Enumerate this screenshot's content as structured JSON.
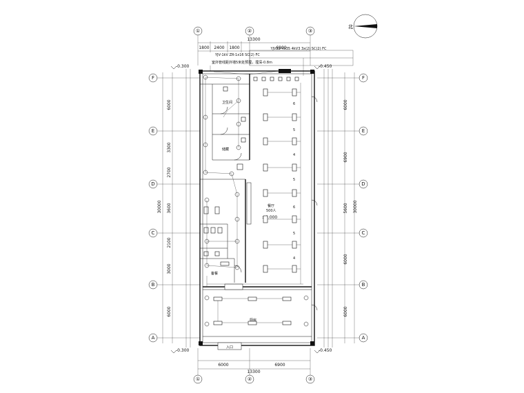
{
  "north_label": "北",
  "grid": {
    "columns": [
      "①",
      "②",
      "③"
    ],
    "rows": [
      "F",
      "E",
      "D",
      "C",
      "B",
      "A"
    ]
  },
  "dimensions": {
    "top": [
      "1800",
      "2400",
      "1800",
      "6900"
    ],
    "top_total": "13300",
    "bottom": [
      "6000",
      "6900"
    ],
    "bottom_total": "13300",
    "left": [
      "6000",
      "3300",
      "2700",
      "3600",
      "2100",
      "3000",
      "6000"
    ],
    "left_total": "30000",
    "right": [
      "6000",
      "6900",
      "5600",
      "6000",
      "6000"
    ],
    "right_total": "30000"
  },
  "levels": {
    "top_left": "-0.300",
    "top_right": "-0.450",
    "bottom_left": "-0.300",
    "bottom_right": "-0.450",
    "center": "±0.000"
  },
  "notes": {
    "line1": "YJV22-4x35 4kV3 3x(2) SC(2) FC",
    "line2": "YJV-1kV  ZR-1x16 SC(2) FC",
    "line3": "室外管线距外墙5米处预埋，埋深-0.8m"
  },
  "rooms": {
    "dining": "餐厅",
    "dining_area": "500人",
    "kitchen": "厨房",
    "restroom": "卫生间",
    "storage": "储藏",
    "meal_room": "备餐",
    "entry": "入口"
  },
  "circuit_labels": [
    "6",
    "5",
    "4",
    "5",
    "6",
    "5",
    "4"
  ]
}
